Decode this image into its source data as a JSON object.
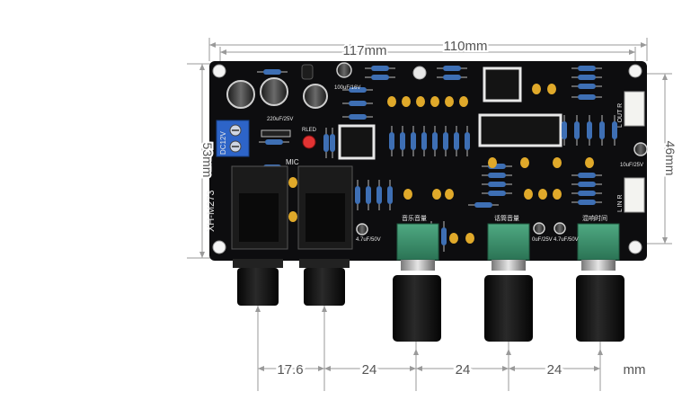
{
  "dimensions": {
    "top_outer": "117mm",
    "top_inner": "110mm",
    "left_height": "53mm",
    "right_height": "46mm",
    "bottom_spacings": [
      "17.6",
      "24",
      "24",
      "24"
    ],
    "bottom_unit": "mm"
  },
  "board": {
    "model": "XH-M273",
    "labels": {
      "mic": "MIC",
      "dc": "DC12V",
      "led": "RLED",
      "l_out_r": "L OUT R",
      "l_in_r": "L IN R",
      "pot1": "音乐音量",
      "pot2": "话筒音量",
      "pot3": "混响时间",
      "cap_big": "220uF/25V",
      "cap_small": "100uF/16V",
      "cap_right": "10uF/25V",
      "cap_a": "4.7uF/50V",
      "cap_b": "0uF/25V",
      "cap_c": "4.7uF/50V"
    }
  },
  "colors": {
    "pcb": "#0d0d0f",
    "dim_line": "#9a9a9a",
    "pot_green": "#3a8f6a",
    "knob": "#141414",
    "resistor_blue": "#3e6fb4",
    "cap_yellow": "#e0a92a",
    "terminal_blue": "#2d64c8"
  }
}
